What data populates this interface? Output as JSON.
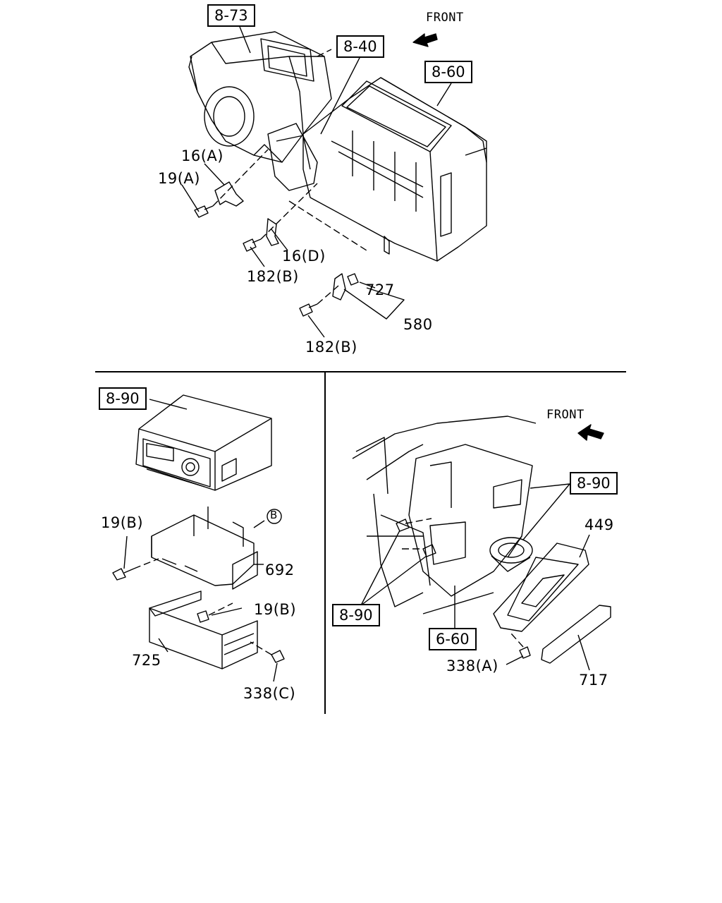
{
  "ref_boxes": {
    "r873": "8-73",
    "r840": "8-40",
    "r860": "8-60",
    "r890_a": "8-90",
    "r890_b": "8-90",
    "r890_c": "8-90",
    "r660": "6-60"
  },
  "front": {
    "top": "FRONT",
    "right": "FRONT"
  },
  "parts": {
    "p16a": "16(A)",
    "p19a": "19(A)",
    "p16d": "16(D)",
    "p182b_1": "182(B)",
    "p182b_2": "182(B)",
    "p727": "727",
    "p580": "580",
    "p19b_1": "19(B)",
    "p19b_2": "19(B)",
    "p692": "692",
    "p725": "725",
    "p338c": "338(C)",
    "p449": "449",
    "p338a": "338(A)",
    "p717": "717",
    "marker_b": "B"
  }
}
